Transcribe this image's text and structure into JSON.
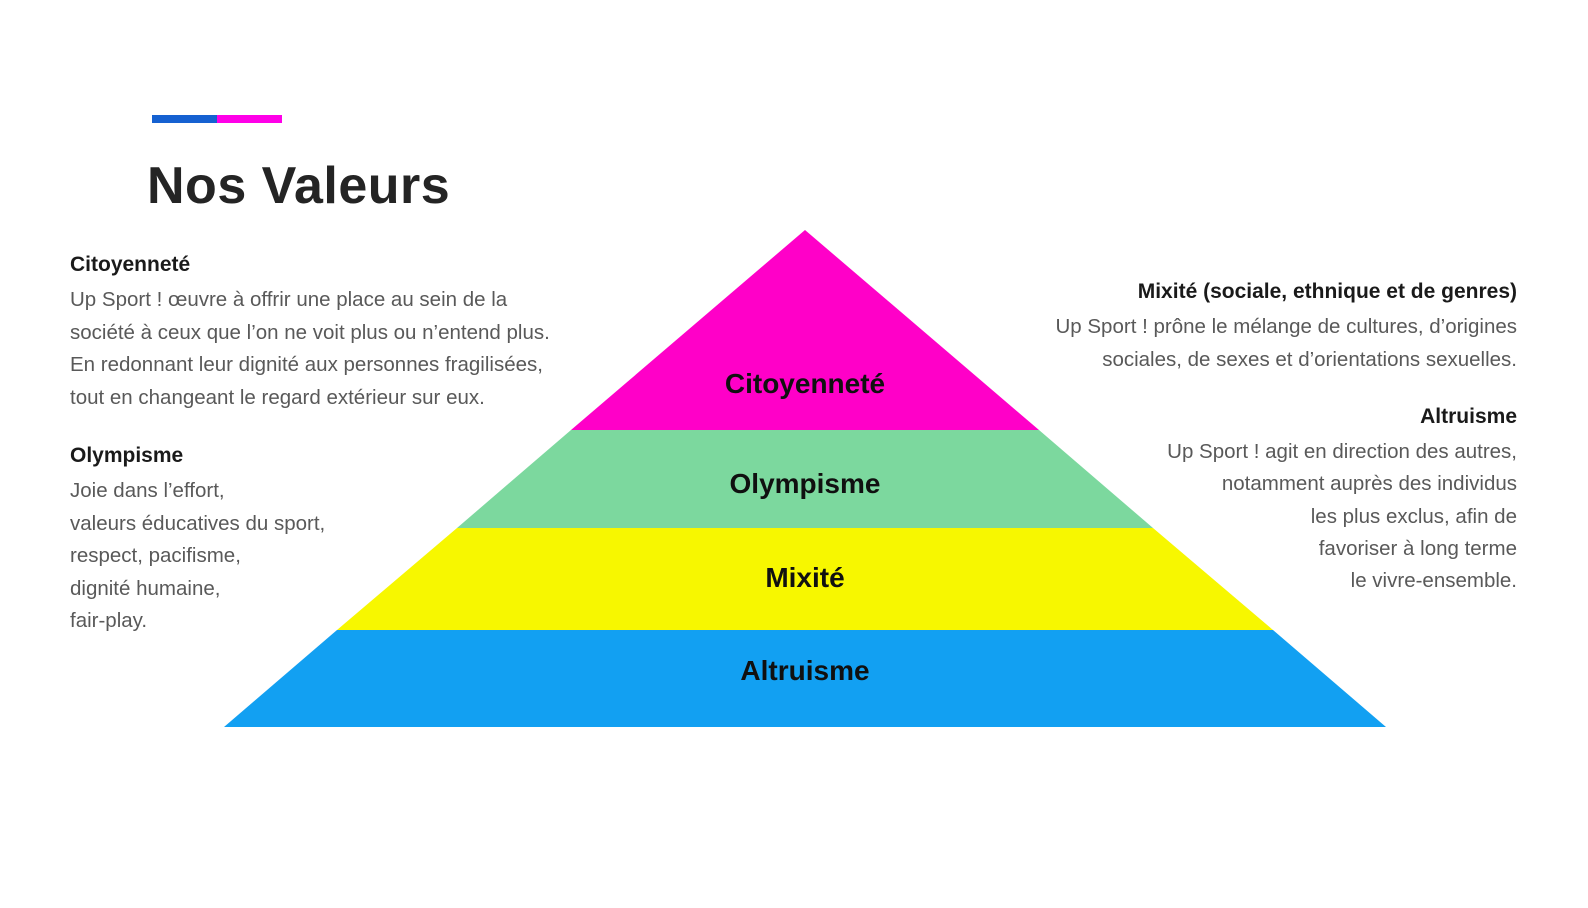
{
  "slide": {
    "title": "Nos Valeurs",
    "background_color": "#ffffff",
    "accent_bar": {
      "left_color": "#1561D1",
      "right_color": "#FF00E8"
    },
    "text_colors": {
      "title": "#242424",
      "heading": "#1a1a1a",
      "body": "#595959"
    }
  },
  "left_column": {
    "blocks": [
      {
        "heading": "Citoyenneté",
        "lines": [
          "Up Sport ! œuvre à offrir une place au sein de la",
          "société à ceux que l’on ne voit plus ou n’entend plus.",
          "En redonnant leur dignité aux personnes fragilisées,",
          "tout en changeant le regard extérieur sur eux."
        ]
      },
      {
        "heading": "Olympisme",
        "lines": [
          "Joie dans l’effort,",
          "valeurs éducatives du sport,",
          "respect, pacifisme,",
          "dignité humaine,",
          "fair-play."
        ]
      }
    ]
  },
  "right_column": {
    "blocks": [
      {
        "heading": "Mixité (sociale, ethnique et de genres)",
        "lines": [
          "Up Sport ! prône le mélange de cultures, d’origines",
          "sociales, de sexes et d’orientations sexuelles."
        ]
      },
      {
        "heading": "Altruisme",
        "lines": [
          "Up Sport ! agit en direction des autres,",
          "notamment auprès des individus",
          "les plus exclus, afin de",
          "favoriser à long terme",
          "le vivre-ensemble."
        ]
      }
    ]
  },
  "pyramid": {
    "label_color": "#101010",
    "levels": [
      {
        "label": "Citoyenneté",
        "color": "#FF00C8"
      },
      {
        "label": "Olympisme",
        "color": "#7CD89E"
      },
      {
        "label": "Mixité",
        "color": "#F7F700"
      },
      {
        "label": "Altruisme",
        "color": "#12A0F2"
      }
    ]
  }
}
